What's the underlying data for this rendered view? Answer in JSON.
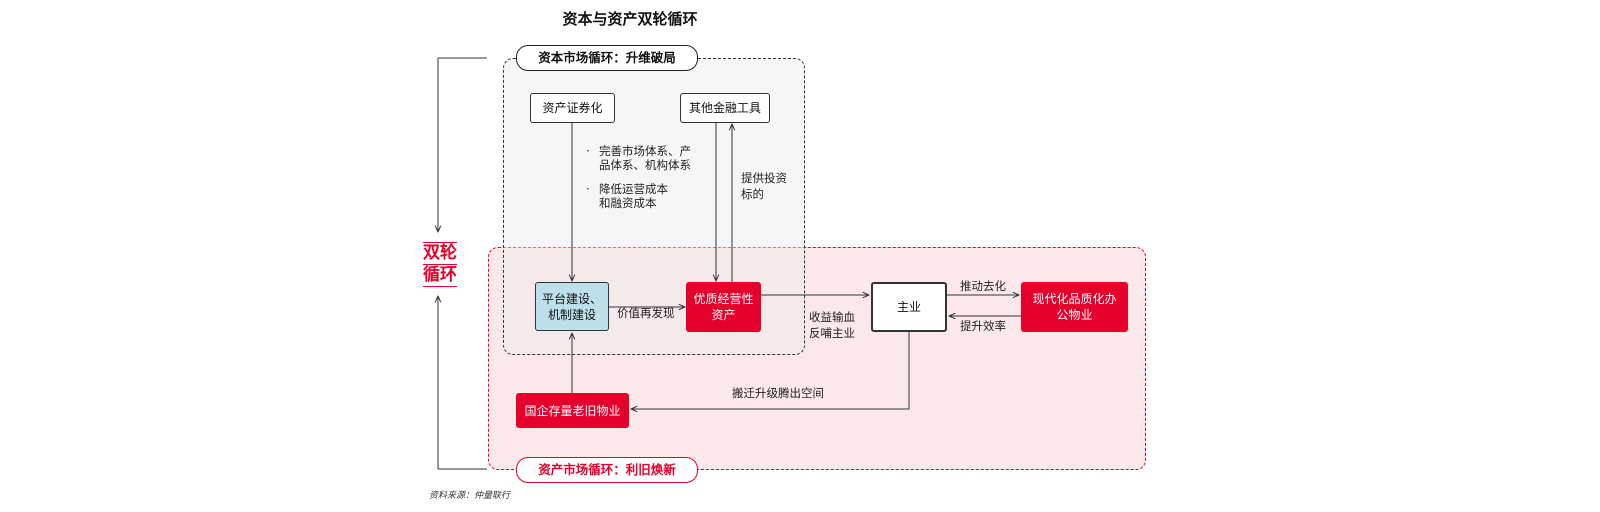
{
  "title": "资本与资产双轮循环",
  "capital_loop": {
    "label": "资本市场循环：升维破局",
    "box_securitization": "资产证券化",
    "box_other_tools": "其他金融工具",
    "bullets": [
      "完善市场体系、产品体系、机构体系",
      "降低运营成本和融资成本"
    ],
    "provide_label": "提供投资标的"
  },
  "asset_loop": {
    "label": "资产市场循环：利旧焕新",
    "box_platform": "平台建设、机制建设",
    "box_quality_assets": "优质经营性资产",
    "box_main_business": "主业",
    "box_modern_property": "现代化品质化办公物业",
    "box_soe_property": "国企存量老旧物业",
    "label_value": "价值再发现",
    "label_revenue": "收益输血反哺主业",
    "label_promote": "推动去化",
    "label_efficiency": "提升效率",
    "label_relocation": "搬迁升级腾出空间"
  },
  "left_label": [
    "双轮",
    "循环"
  ],
  "source": "资料来源：仲量联行",
  "colors": {
    "accent": "#e4002b",
    "blue": "#bde0ea",
    "grey_region": "#ebebeb",
    "pink_region": "#f6cdd2"
  }
}
